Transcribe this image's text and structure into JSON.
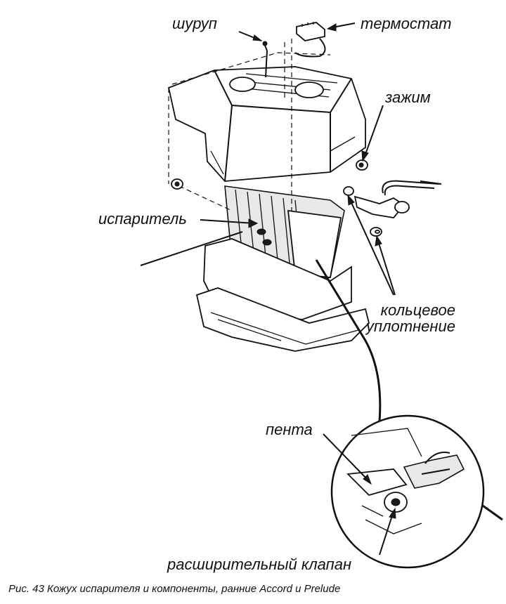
{
  "labels": {
    "screw": "шуруп",
    "thermostat": "термостат",
    "clamp": "зажим",
    "evaporator": "испаритель",
    "o_ring": "кольцевое\nуплотнение",
    "tape": "пента",
    "expansion_valve": "расширительный клапан"
  },
  "caption": "Рис. 43 Кожух испарителя и компоненты, ранние Accord и Prelude"
}
